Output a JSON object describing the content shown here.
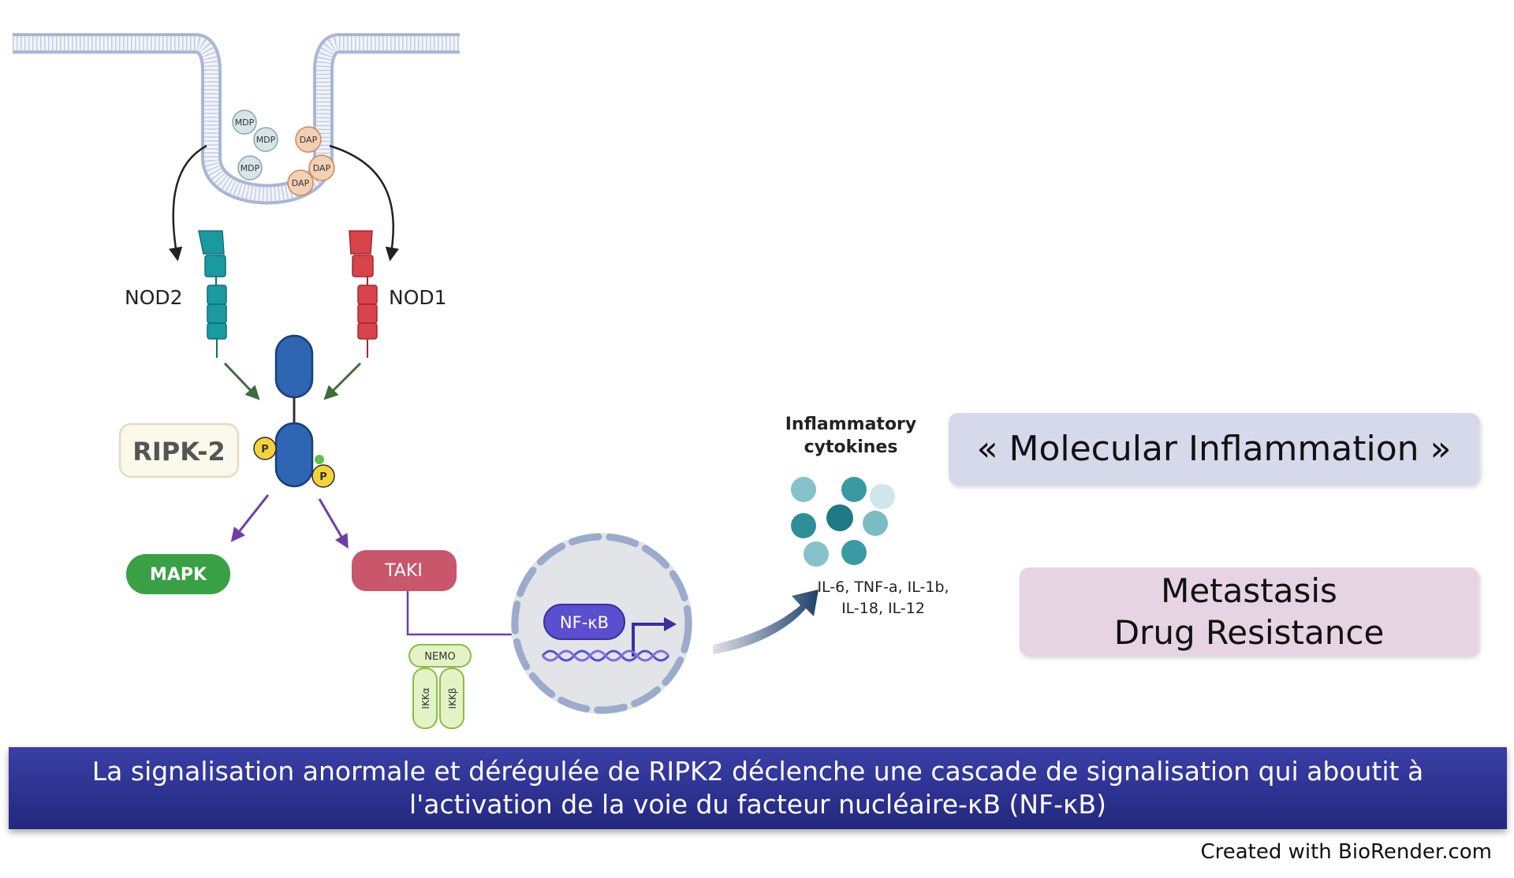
{
  "membrane": {
    "mdp_label": "MDP",
    "dap_label": "DAP"
  },
  "receptors": {
    "nod2": "NOD2",
    "nod1": "NOD1"
  },
  "ripk2": {
    "label": "RIPK-2",
    "phospho": "P"
  },
  "pathways": {
    "mapk": "MAPK",
    "taki": "TAKI",
    "nemo": "NEMO",
    "ikka": "IKKα",
    "ikkb": "IKKβ",
    "nfkb": "NF-κB"
  },
  "cytokines": {
    "title_line1": "Inflammatory",
    "title_line2": "cytokines",
    "list_line1": "IL-6, TNF-a, IL-1b,",
    "list_line2": "IL-18, IL-12"
  },
  "boxes": {
    "molecular": "« Molecular  Inflammation »",
    "metastasis": "Metastasis",
    "drug_resistance": "Drug Resistance"
  },
  "caption": {
    "line1": "La signalisation anormale et dérégulée de RIPK2 déclenche une cascade de signalisation qui aboutit à",
    "line2": "l'activation de la voie du facteur nucléaire-κB (NF-κB)"
  },
  "credit": "Created with BioRender.com",
  "colors": {
    "nod2": "#1a9aa0",
    "nod1": "#d9434a",
    "ripk2": "#2f66b3",
    "mapk": "#3aa045",
    "taki": "#c9566b",
    "nfkb": "#5a4fcf",
    "caption_bg": "#2b2f8c"
  }
}
